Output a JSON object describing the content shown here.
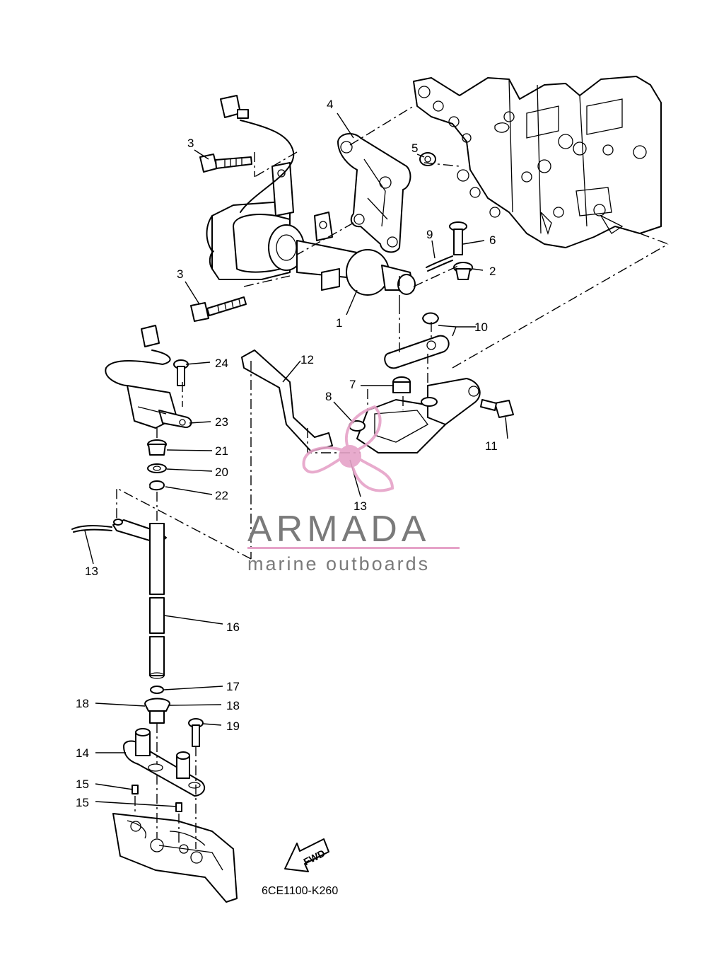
{
  "diagram": {
    "part_code": "6CE1100-K260",
    "direction_label": "FWD",
    "watermark": {
      "title": "ARMADA",
      "subtitle": "marine outboards",
      "accent_color": "#e6a3c8",
      "text_color": "#7a7a7a"
    },
    "callouts": [
      "1",
      "2",
      "3",
      "3",
      "4",
      "5",
      "6",
      "7",
      "8",
      "9",
      "10",
      "11",
      "12",
      "13",
      "13",
      "14",
      "15",
      "15",
      "16",
      "17",
      "18",
      "18",
      "19",
      "20",
      "21",
      "22",
      "23",
      "24"
    ]
  }
}
